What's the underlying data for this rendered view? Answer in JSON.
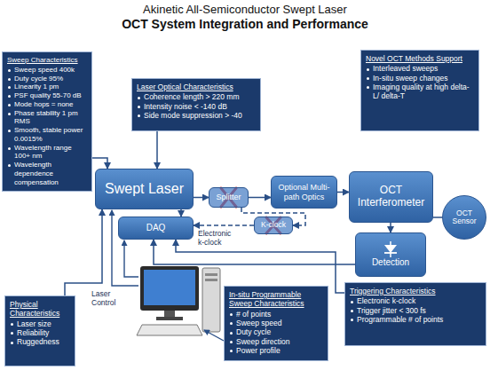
{
  "diagram": {
    "title": "Akinetic All-Semiconductor Swept Laser",
    "nodes": [
      {
        "text": [
          "Sweep Characteristics",
          "Sweep speed 400k",
          "Duty cycle 95%",
          "Linearity 1 pm",
          "PSF quality 55-70 dB",
          "Mode hops = none",
          "Phase stability 1 pm RMS",
          "Smooth, stable power 0.0015%",
          "Wavelength range 100+ nm",
          "Wavelength dependence compensation"
        ]
      },
      {
        "text": [
          "Laser Optical Characteristics",
          "Coherence length > 220 mm",
          "Intensity noise < -140 dB",
          "Side mode suppression > -40"
        ]
      },
      {
        "text": [
          "Novel OCT Methods Support",
          "Interleaved sweeps",
          "In-situ sweep changes",
          "Imaging quality at high delta-L/ delta-T"
        ]
      },
      {
        "text": [
          "Swept Laser"
        ]
      },
      {
        "text": [
          "Splitter"
        ]
      },
      {
        "text": [
          "Optional Multi-path Optics"
        ]
      },
      {
        "text": [
          "OCT Interferometer"
        ]
      },
      {
        "text": [
          "OCT Sensor"
        ]
      },
      {
        "text": [
          "DAQ"
        ]
      },
      {
        "text": [
          "K-clock"
        ]
      },
      {
        "text": [
          "Detection"
        ]
      },
      {
        "text": [
          "Physical Characteristics",
          "Laser size",
          "Reliability",
          "Ruggedness"
        ]
      },
      {
        "text": [
          "In-situ Programmable Sweep Characteristics",
          "# of points",
          "Sweep speed",
          "Duty cycle",
          "Sweep direction",
          "Power profile"
        ]
      },
      {
        "text": [
          "Triggering Characteristics",
          "Electronic k-clock",
          "Trigger jitter < 300 fs",
          "Programmable # of points"
        ]
      }
    ],
    "edges": [
      {
        "from": 0,
        "to": 3,
        "arrow": "to"
      },
      {
        "from": 1,
        "to": 3,
        "arrow": "to"
      },
      {
        "from": 3,
        "to": 4,
        "arrow": "to"
      },
      {
        "from": 4,
        "to": 5,
        "arrow": "to"
      },
      {
        "from": 5,
        "to": 6,
        "arrow": "to"
      },
      {
        "from": 6,
        "to": 7,
        "arrow": "none"
      },
      {
        "from": 6,
        "to": 10,
        "arrow": "to"
      },
      {
        "from": 4,
        "to": 9,
        "arrow": "to"
      },
      {
        "from": 9,
        "to": 8,
        "arrow": "to"
      },
      {
        "from": 3,
        "to": 8,
        "arrow": "to"
      },
      {
        "from": 10,
        "to": 8,
        "arrow": "to"
      },
      {
        "from": 11,
        "to": 3,
        "arrow": "to"
      },
      {
        "from": 13,
        "to": 8,
        "arrow": "to"
      }
    ],
    "labels": [
      "OCT System Integration and Performance",
      "Electronic k-clock",
      "Laser Control"
    ]
  }
}
